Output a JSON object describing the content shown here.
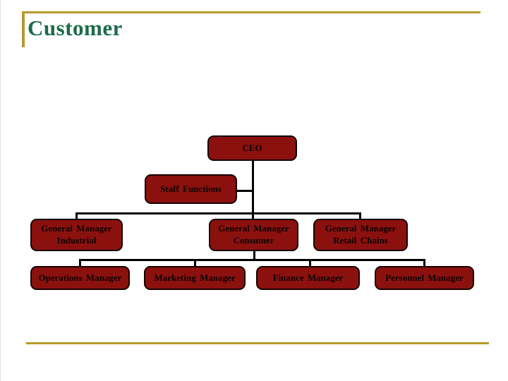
{
  "slide": {
    "title": "Customer"
  },
  "colors": {
    "accent_gold": "#b6992c",
    "title_green": "#1b6b4b",
    "box_fill": "#8b110f",
    "box_border": "#160302",
    "connector": "#000000"
  },
  "org_chart": {
    "ceo": {
      "label": "CEO"
    },
    "staff_functions": {
      "label": "Staff Functions"
    },
    "gm_industrial": {
      "line1": "General Manager",
      "line2": "Industrial"
    },
    "gm_consumer": {
      "line1": "General Manager",
      "line2": "Consumer"
    },
    "gm_retail_chains": {
      "line1": "General Manager",
      "line2": "Retail Chains"
    },
    "operations_manager": {
      "label": "Operations Manager"
    },
    "marketing_manager": {
      "label": "Marketing Manager"
    },
    "finance_manager": {
      "label": "Finance Manager"
    },
    "personnel_manager": {
      "label": "Personnel Manager"
    }
  }
}
